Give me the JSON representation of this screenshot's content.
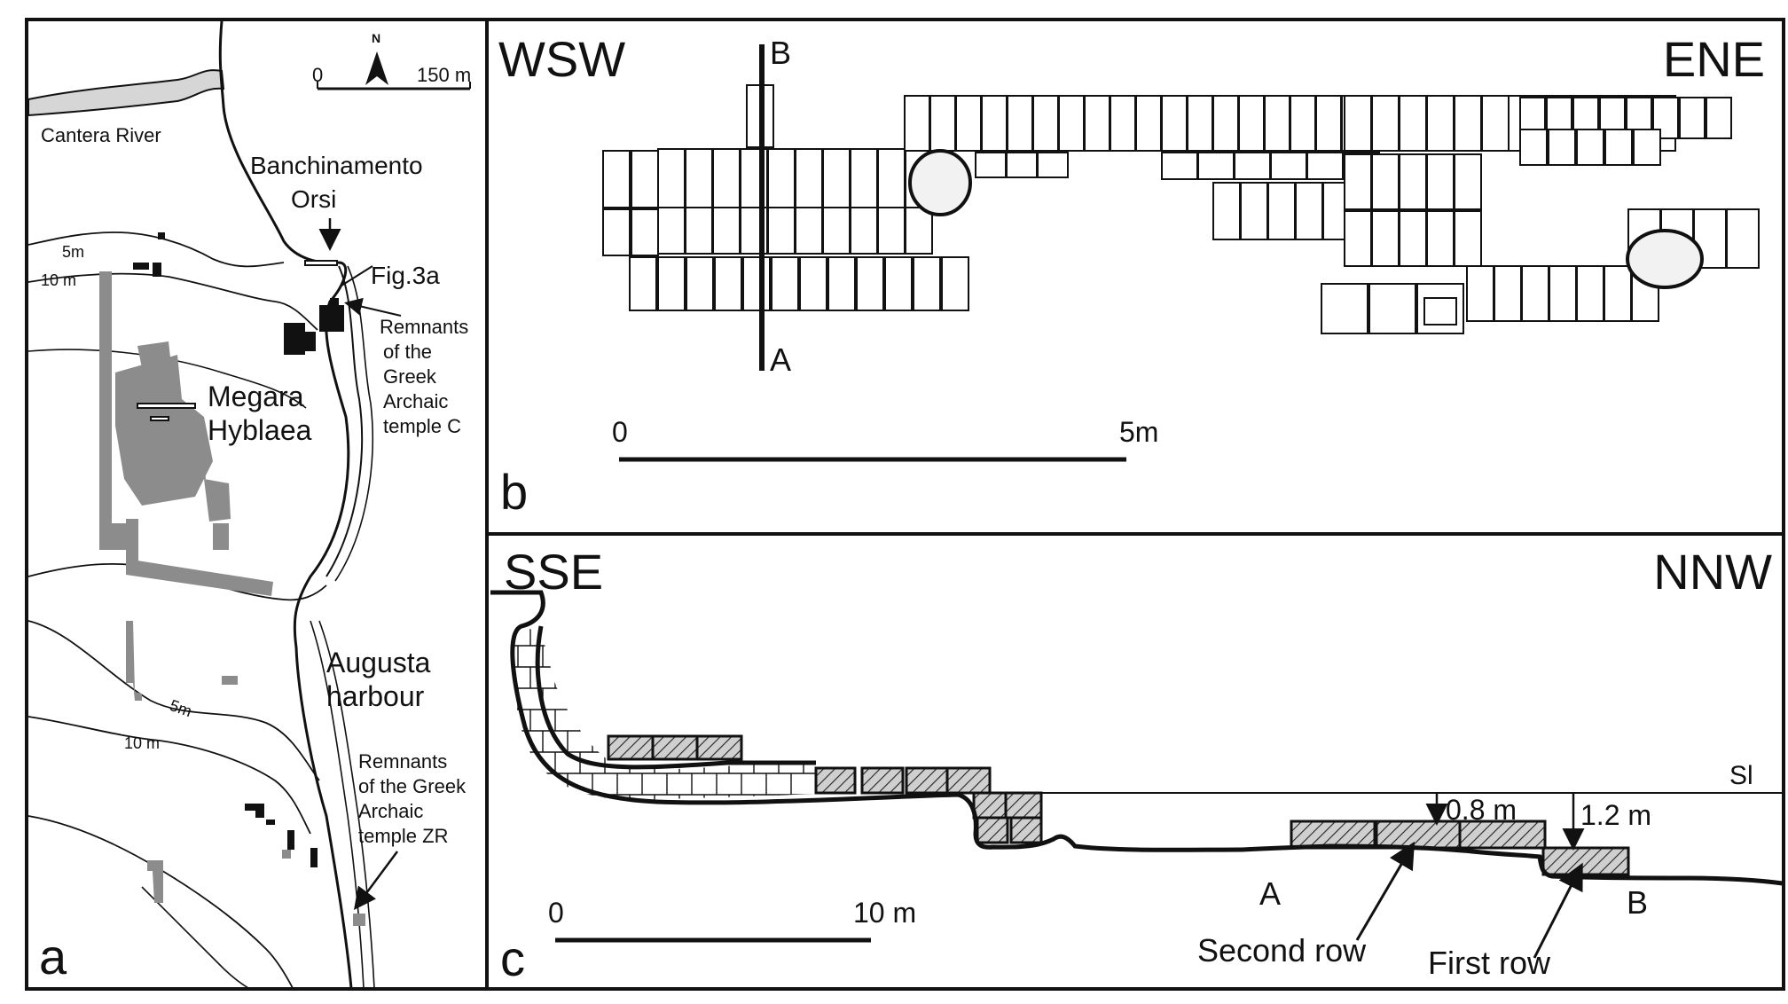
{
  "panel_a": {
    "letter": "a",
    "scale": {
      "start": "0",
      "end": "150 m",
      "north": "N"
    },
    "river": "Cantera River",
    "banchinamento": [
      "Banchinamento",
      "Orsi"
    ],
    "fig_ref": "Fig.3a",
    "contour_5m_top": "5m",
    "contour_10m_top": "10 m",
    "contour_5m_bottom": "5m",
    "contour_10m_bottom": "10 m",
    "megara": [
      "Megara",
      "Hyblaea"
    ],
    "temple_c": [
      "Remnants",
      "of the",
      "Greek",
      "Archaic",
      "temple C"
    ],
    "augusta": [
      "Augusta",
      "harbour"
    ],
    "temple_zr": [
      "Remnants",
      "of the Greek",
      "Archaic",
      "temple ZR"
    ]
  },
  "panel_b": {
    "letter": "b",
    "left_dir": "WSW",
    "right_dir": "ENE",
    "section_top": "B",
    "section_bottom": "A",
    "scale_start": "0",
    "scale_end": "5m"
  },
  "panel_c": {
    "letter": "c",
    "left_dir": "SSE",
    "right_dir": "NNW",
    "sea_level": "Sl",
    "depth_1": "0.8 m",
    "depth_2": "1.2 m",
    "point_a": "A",
    "point_b": "B",
    "scale_start": "0",
    "scale_end": "10 m",
    "second_row": "Second row",
    "first_row": "First row"
  },
  "colors": {
    "ink": "#111111",
    "gray_structure": "#8c8c8c",
    "river_fill": "#d6d6d6"
  }
}
